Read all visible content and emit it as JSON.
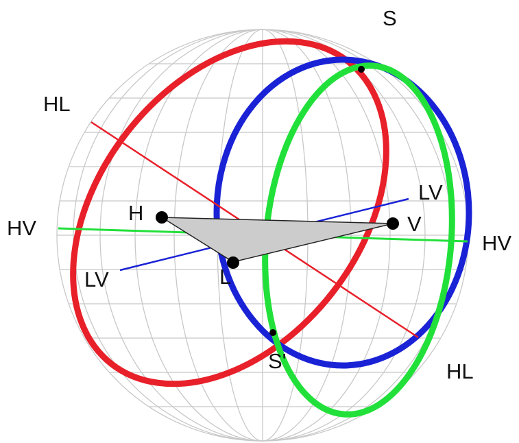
{
  "labels": {
    "s_top": "S",
    "s_bottom": "S'",
    "hl_upper": "HL",
    "hl_lower": "HL",
    "hv_left": "HV",
    "hv_right": "HV",
    "lv_upper": "LV",
    "lv_lower": "LV",
    "h_point": "H",
    "v_point": "V",
    "l_point": "L"
  },
  "colors": {
    "sphere_grid": "#c8c8c8",
    "hl_circle": "#e8202a",
    "lv_circle": "#1a22d6",
    "hv_circle": "#22e03a",
    "triangle_fill": "#cccccc",
    "points": "#000000"
  }
}
